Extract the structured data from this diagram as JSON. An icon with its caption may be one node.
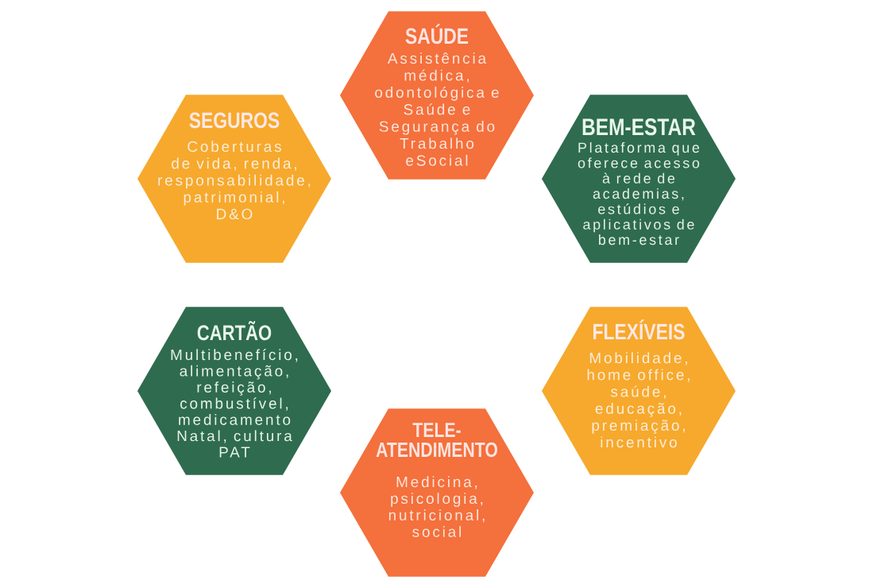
{
  "diagram": {
    "nodes": [
      {
        "text": [
          "SAÚDE",
          "Assistência médica, odontológica e Saúde e Segurança do Trabalho eSocial"
        ]
      },
      {
        "text": [
          "SEGUROS",
          "Coberturas de vida, renda, responsabilidade, patrimonial, D&O"
        ]
      },
      {
        "text": [
          "BEM-ESTAR",
          "Plataforma que oferece acesso à rede de academias, estúdios e aplicativos de bem-estar"
        ]
      },
      {
        "text": [
          "CARTÃO",
          "Multibenefício, alimentação, refeição, combustível, medicamento Natal, cultura PAT"
        ]
      },
      {
        "text": [
          "FLEXÍVEIS",
          "Mobilidade, home office, saúde, educação, premiação, incentivo"
        ]
      },
      {
        "text": [
          "TELE- ATENDIMENTO",
          "Medicina, psicologia, nutricional, social"
        ]
      }
    ]
  }
}
